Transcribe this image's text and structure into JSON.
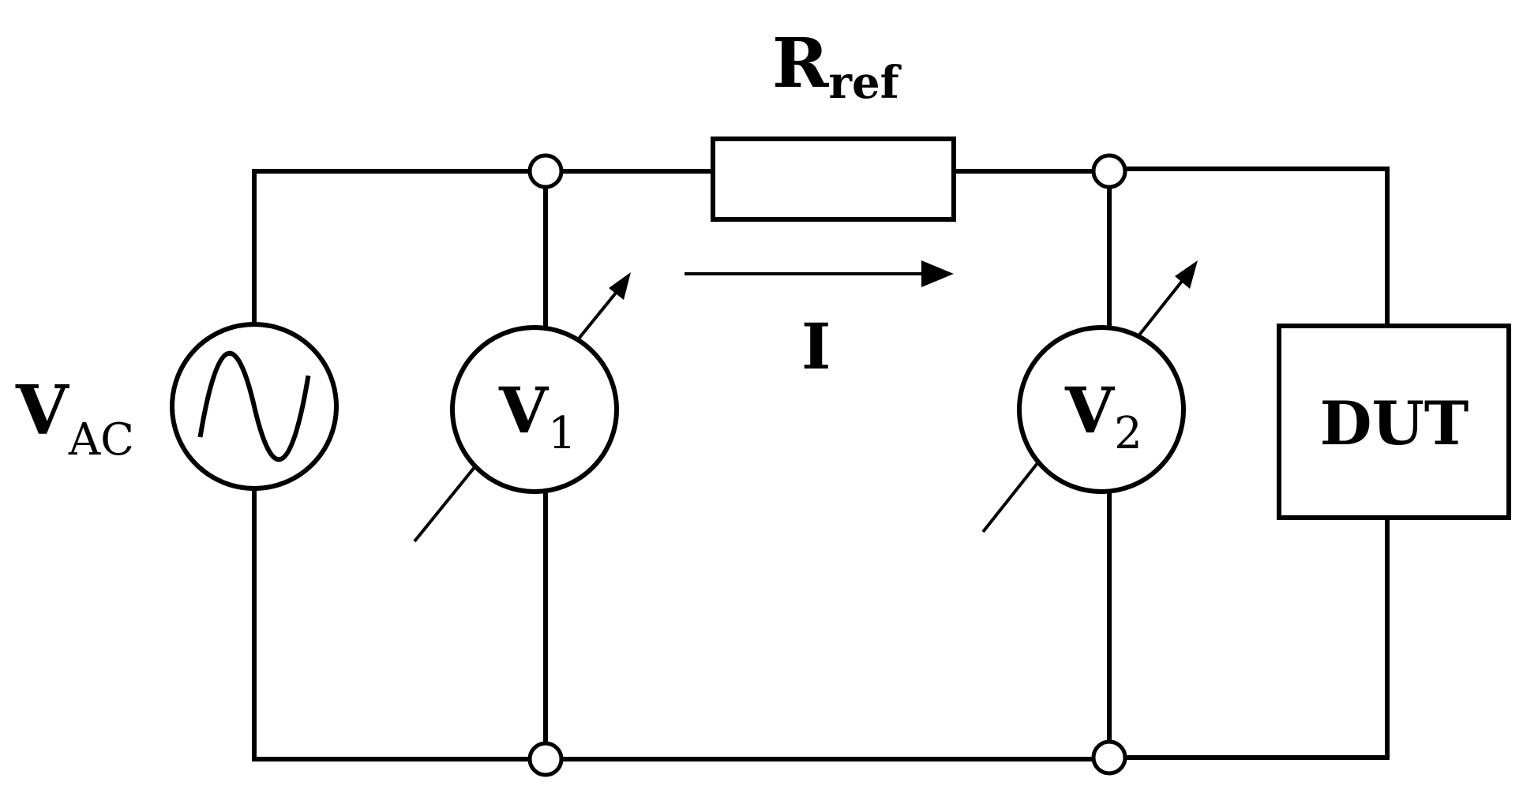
{
  "labels": {
    "resistor_main": "R",
    "resistor_sub": "ref",
    "current": "I",
    "source_main": "V",
    "source_sub": "AC",
    "meter1_main": "V",
    "meter1_sub": "1",
    "meter2_main": "V",
    "meter2_sub": "2",
    "dut": "DUT"
  }
}
